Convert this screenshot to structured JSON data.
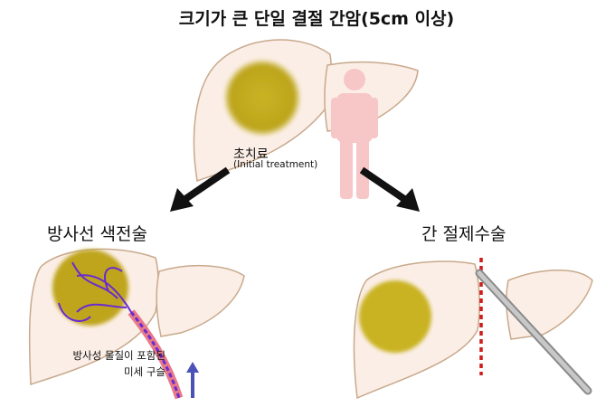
{
  "title": "크기가 큰 단일 결절 간암(5cm 이상)",
  "initial_treatment": {
    "korean": "초치료",
    "english": "(Initial treatment)"
  },
  "options": [
    {
      "label": "방사선 색전술",
      "annotation_line1": "방사성 물질이 포함된",
      "annotation_line2": "미세 구슬"
    },
    {
      "label": "간 절제수술"
    }
  ],
  "colors": {
    "liver": "#fbeee6",
    "liver_outline": "#c8a98c",
    "tumor": "#c9b323",
    "person": "#f7c6c6",
    "vessel": "#6a2bd0",
    "cut_line": "#d01a1a",
    "arrow_up": "#4a52b8"
  }
}
